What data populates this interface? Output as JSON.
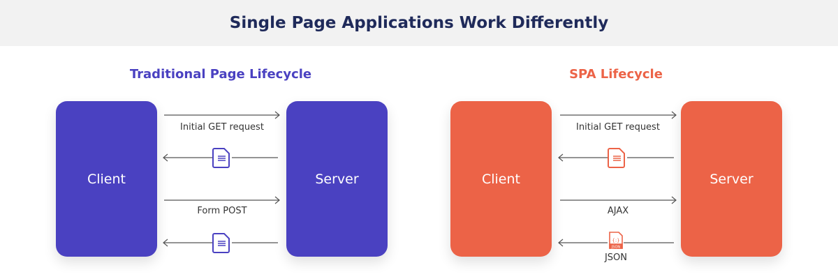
{
  "title": "Single Page Applications Work Differently",
  "colors": {
    "traditional": "#4a41c1",
    "spa": "#ec6347",
    "title": "#1f2a5a"
  },
  "traditional": {
    "heading": "Traditional Page Lifecycle",
    "client": "Client",
    "server": "Server",
    "flows": [
      {
        "direction": "to-server",
        "label": "Initial GET request"
      },
      {
        "direction": "to-client",
        "icon": "html-document-icon"
      },
      {
        "direction": "to-server",
        "label": "Form POST"
      },
      {
        "direction": "to-client",
        "icon": "html-document-icon"
      }
    ]
  },
  "spa": {
    "heading": "SPA Lifecycle",
    "client": "Client",
    "server": "Server",
    "flows": [
      {
        "direction": "to-server",
        "label": "Initial GET request"
      },
      {
        "direction": "to-client",
        "icon": "html-document-icon"
      },
      {
        "direction": "to-server",
        "label": "AJAX"
      },
      {
        "direction": "to-client",
        "icon": "json-file-icon",
        "label": "JSON",
        "icon_text": "JSON"
      }
    ]
  }
}
